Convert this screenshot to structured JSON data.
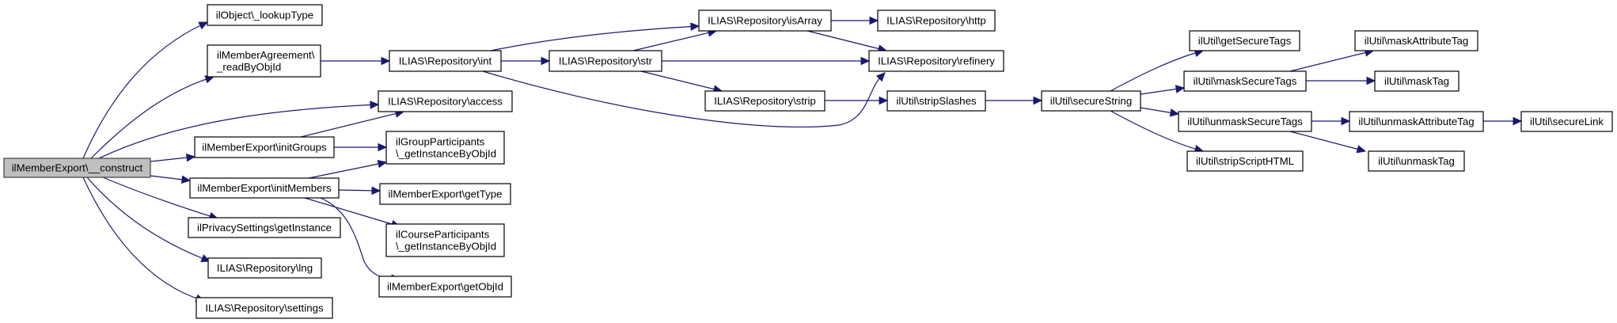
{
  "graph": {
    "title": "ilMemberExport\\__construct call graph",
    "edge_color": "#191970",
    "root_fill": "#bfbfbf",
    "nodes": [
      {
        "id": "root",
        "lines": [
          "ilMemberExport\\__construct"
        ],
        "root": true
      },
      {
        "id": "lookupType",
        "lines": [
          "ilObject\\_lookupType"
        ]
      },
      {
        "id": "readByObjId",
        "lines": [
          "ilMemberAgreement\\",
          "_readByObjId"
        ]
      },
      {
        "id": "access",
        "lines": [
          "ILIAS\\Repository\\access"
        ]
      },
      {
        "id": "initGroups",
        "lines": [
          "ilMemberExport\\initGroups"
        ]
      },
      {
        "id": "initMembers",
        "lines": [
          "ilMemberExport\\initMembers"
        ]
      },
      {
        "id": "privacy",
        "lines": [
          "ilPrivacySettings\\getInstance"
        ]
      },
      {
        "id": "lng",
        "lines": [
          "ILIAS\\Repository\\lng"
        ]
      },
      {
        "id": "settings",
        "lines": [
          "ILIAS\\Repository\\settings"
        ]
      },
      {
        "id": "int",
        "lines": [
          "ILIAS\\Repository\\int"
        ]
      },
      {
        "id": "groupPart",
        "lines": [
          "ilGroupParticipants",
          "\\_getInstanceByObjId"
        ]
      },
      {
        "id": "getType",
        "lines": [
          "ilMemberExport\\getType"
        ]
      },
      {
        "id": "coursePart",
        "lines": [
          "ilCourseParticipants",
          "\\_getInstanceByObjId"
        ]
      },
      {
        "id": "getObjId",
        "lines": [
          "ilMemberExport\\getObjId"
        ]
      },
      {
        "id": "str",
        "lines": [
          "ILIAS\\Repository\\str"
        ]
      },
      {
        "id": "isArray",
        "lines": [
          "ILIAS\\Repository\\isArray"
        ]
      },
      {
        "id": "strip",
        "lines": [
          "ILIAS\\Repository\\strip"
        ]
      },
      {
        "id": "http",
        "lines": [
          "ILIAS\\Repository\\http"
        ]
      },
      {
        "id": "refinery",
        "lines": [
          "ILIAS\\Repository\\refinery"
        ]
      },
      {
        "id": "stripSlashes",
        "lines": [
          "ilUtil\\stripSlashes"
        ]
      },
      {
        "id": "secureString",
        "lines": [
          "ilUtil\\secureString"
        ]
      },
      {
        "id": "getSecureTags",
        "lines": [
          "ilUtil\\getSecureTags"
        ]
      },
      {
        "id": "maskSecureTags",
        "lines": [
          "ilUtil\\maskSecureTags"
        ]
      },
      {
        "id": "unmaskSecureTags",
        "lines": [
          "ilUtil\\unmaskSecureTags"
        ]
      },
      {
        "id": "stripScriptHTML",
        "lines": [
          "ilUtil\\stripScriptHTML"
        ]
      },
      {
        "id": "maskAttributeTag",
        "lines": [
          "ilUtil\\maskAttributeTag"
        ]
      },
      {
        "id": "maskTag",
        "lines": [
          "ilUtil\\maskTag"
        ]
      },
      {
        "id": "unmaskAttributeTag",
        "lines": [
          "ilUtil\\unmaskAttributeTag"
        ]
      },
      {
        "id": "unmaskTag",
        "lines": [
          "ilUtil\\unmaskTag"
        ]
      },
      {
        "id": "secureLink",
        "lines": [
          "ilUtil\\secureLink"
        ]
      }
    ],
    "edges": [
      {
        "from": "root",
        "to": "lookupType"
      },
      {
        "from": "root",
        "to": "readByObjId"
      },
      {
        "from": "root",
        "to": "access"
      },
      {
        "from": "root",
        "to": "initGroups"
      },
      {
        "from": "root",
        "to": "initMembers"
      },
      {
        "from": "root",
        "to": "privacy"
      },
      {
        "from": "root",
        "to": "lng"
      },
      {
        "from": "root",
        "to": "settings"
      },
      {
        "from": "readByObjId",
        "to": "int"
      },
      {
        "from": "initGroups",
        "to": "access"
      },
      {
        "from": "initGroups",
        "to": "groupPart"
      },
      {
        "from": "initMembers",
        "to": "groupPart"
      },
      {
        "from": "initMembers",
        "to": "getType"
      },
      {
        "from": "initMembers",
        "to": "coursePart"
      },
      {
        "from": "initMembers",
        "to": "getObjId"
      },
      {
        "from": "int",
        "to": "isArray"
      },
      {
        "from": "int",
        "to": "str"
      },
      {
        "from": "int",
        "to": "refinery"
      },
      {
        "from": "str",
        "to": "isArray"
      },
      {
        "from": "str",
        "to": "refinery"
      },
      {
        "from": "str",
        "to": "strip"
      },
      {
        "from": "isArray",
        "to": "http"
      },
      {
        "from": "isArray",
        "to": "refinery"
      },
      {
        "from": "strip",
        "to": "stripSlashes"
      },
      {
        "from": "stripSlashes",
        "to": "secureString"
      },
      {
        "from": "secureString",
        "to": "getSecureTags"
      },
      {
        "from": "secureString",
        "to": "maskSecureTags"
      },
      {
        "from": "secureString",
        "to": "unmaskSecureTags"
      },
      {
        "from": "secureString",
        "to": "stripScriptHTML"
      },
      {
        "from": "maskSecureTags",
        "to": "maskAttributeTag"
      },
      {
        "from": "maskSecureTags",
        "to": "maskTag"
      },
      {
        "from": "unmaskSecureTags",
        "to": "unmaskAttributeTag"
      },
      {
        "from": "unmaskSecureTags",
        "to": "unmaskTag"
      },
      {
        "from": "unmaskAttributeTag",
        "to": "secureLink"
      }
    ]
  }
}
